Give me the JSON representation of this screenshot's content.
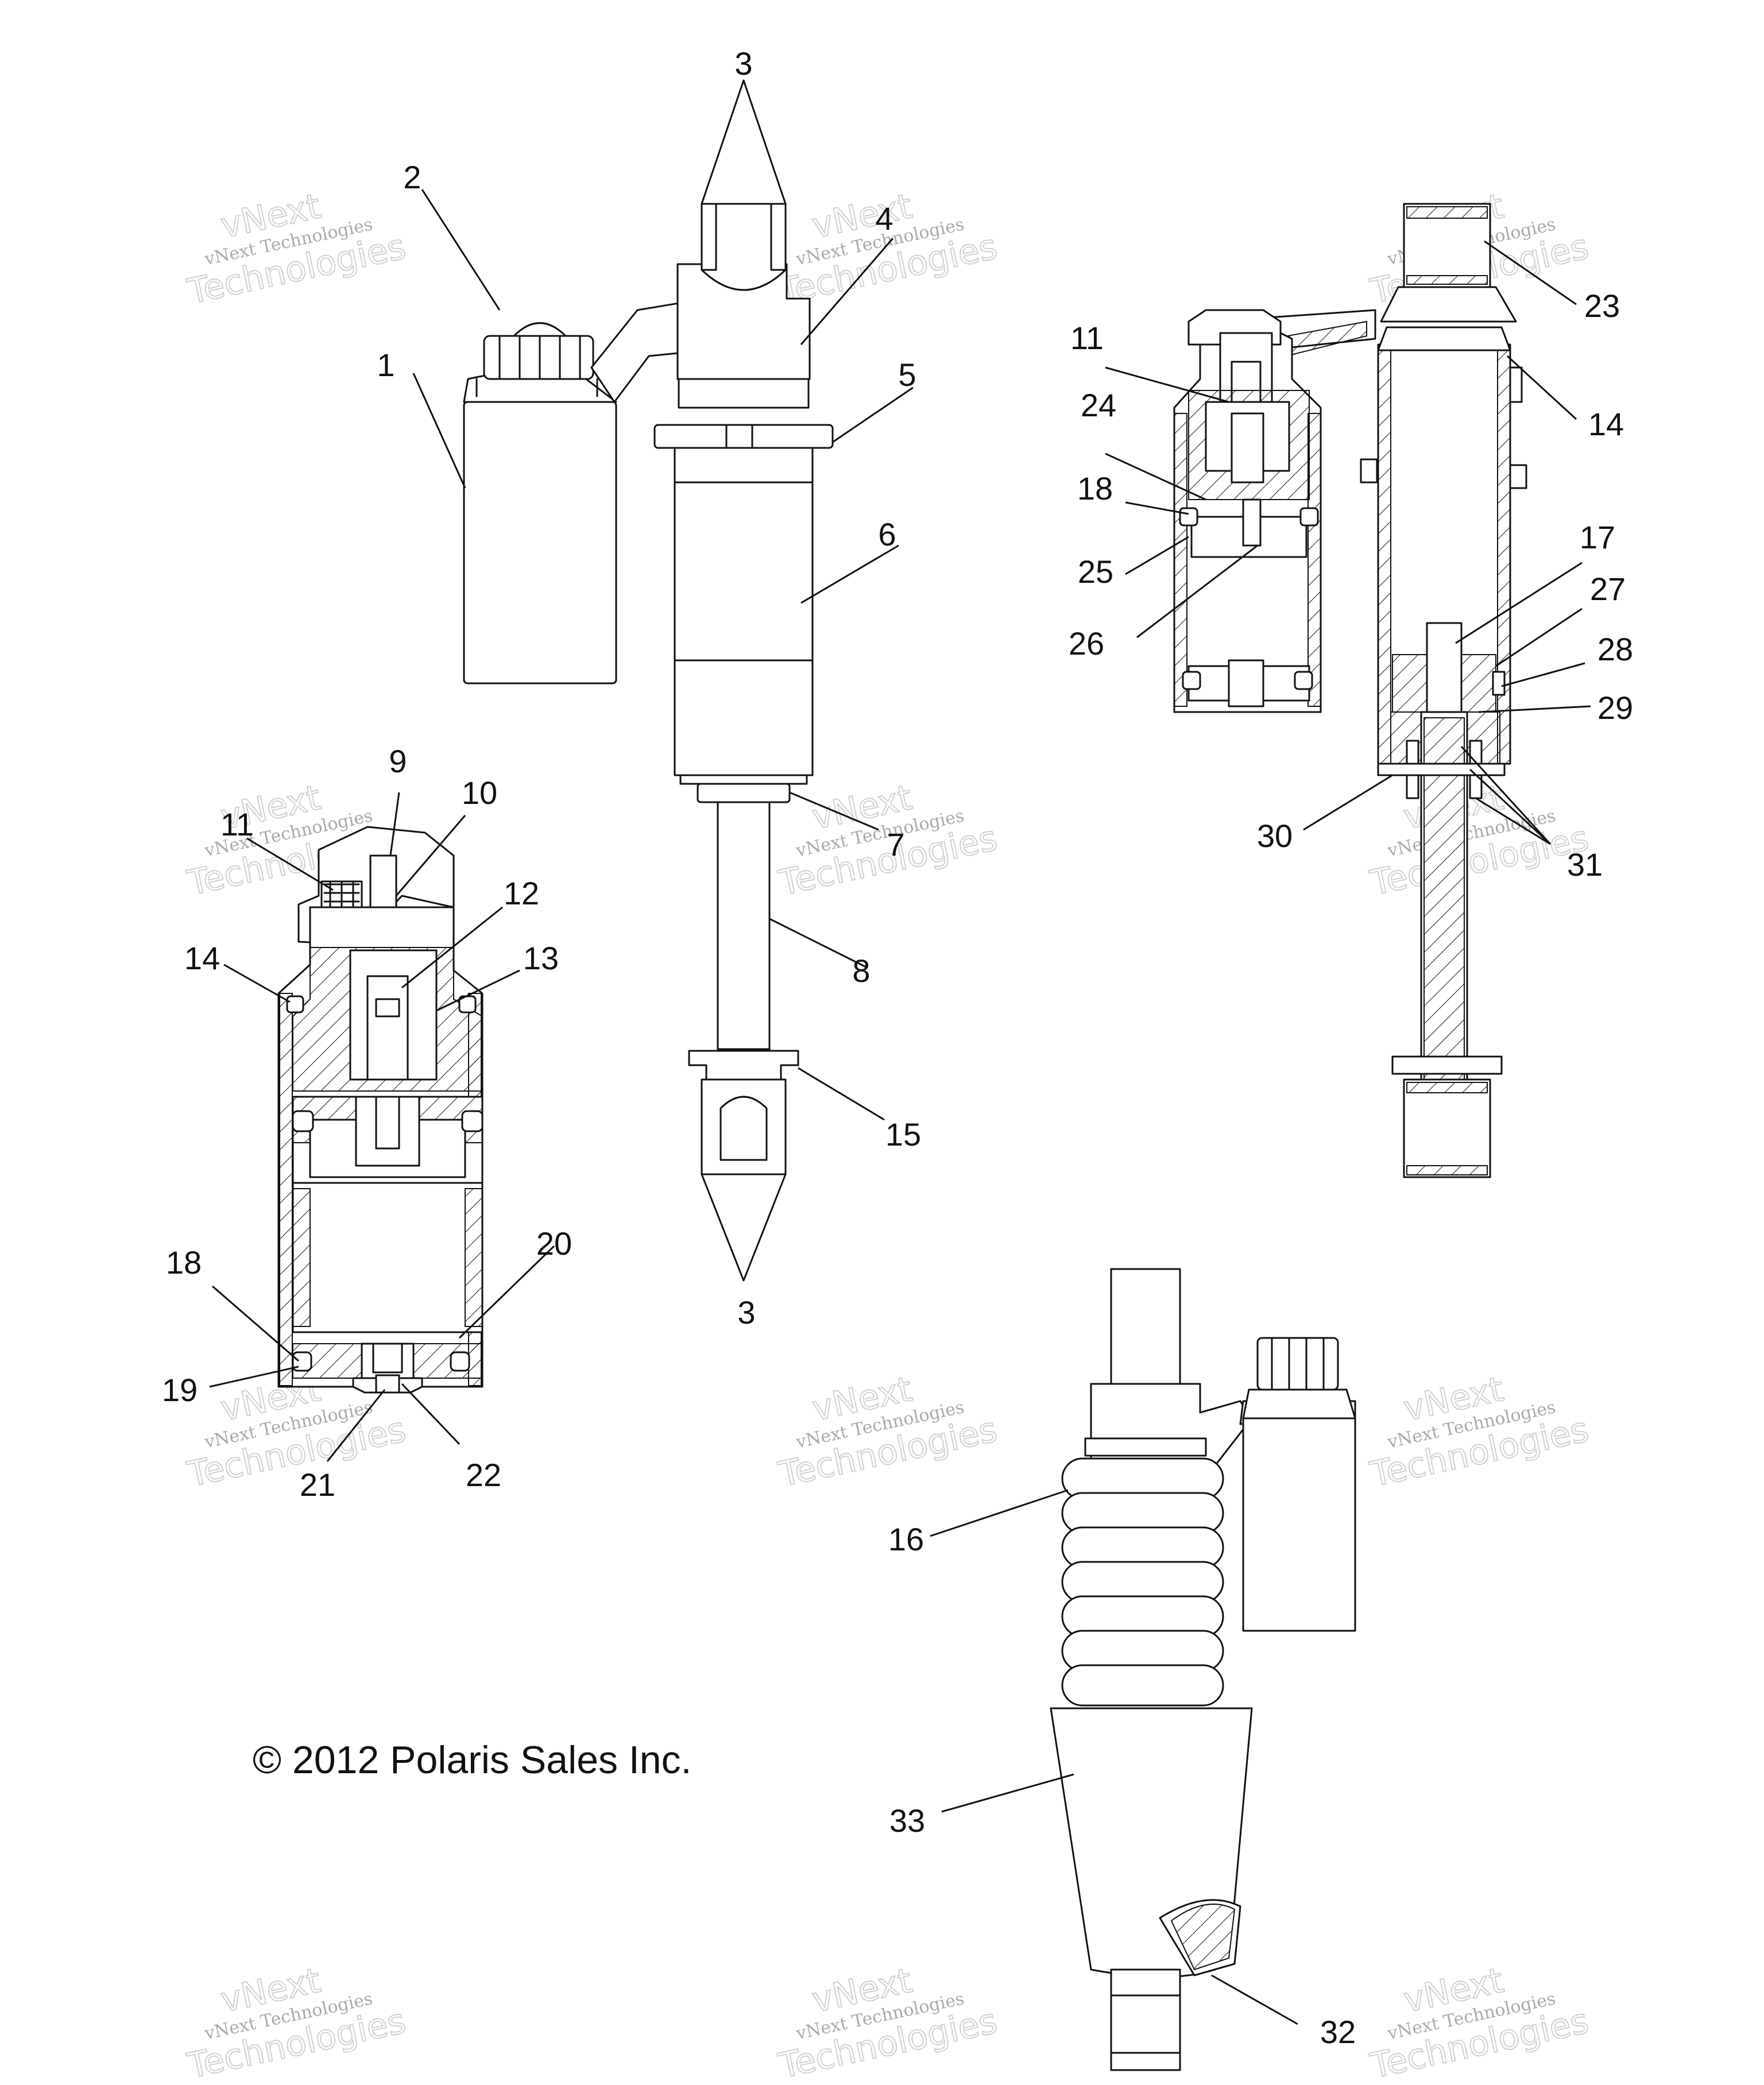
{
  "copyright": "© 2012 Polaris Sales Inc.",
  "watermark": {
    "line_top": "vNext",
    "line_small": "vNext Technologies",
    "line_big": "Technologies"
  },
  "callouts": [
    {
      "id": "c1",
      "text": "1"
    },
    {
      "id": "c2",
      "text": "2"
    },
    {
      "id": "c3a",
      "text": "3"
    },
    {
      "id": "c3b",
      "text": "3"
    },
    {
      "id": "c4",
      "text": "4"
    },
    {
      "id": "c5",
      "text": "5"
    },
    {
      "id": "c6",
      "text": "6"
    },
    {
      "id": "c7",
      "text": "7"
    },
    {
      "id": "c8",
      "text": "8"
    },
    {
      "id": "c9",
      "text": "9"
    },
    {
      "id": "c10",
      "text": "10"
    },
    {
      "id": "c11a",
      "text": "11"
    },
    {
      "id": "c11b",
      "text": "11"
    },
    {
      "id": "c12",
      "text": "12"
    },
    {
      "id": "c13",
      "text": "13"
    },
    {
      "id": "c14a",
      "text": "14"
    },
    {
      "id": "c14b",
      "text": "14"
    },
    {
      "id": "c15",
      "text": "15"
    },
    {
      "id": "c16",
      "text": "16"
    },
    {
      "id": "c17",
      "text": "17"
    },
    {
      "id": "c18a",
      "text": "18"
    },
    {
      "id": "c18b",
      "text": "18"
    },
    {
      "id": "c19",
      "text": "19"
    },
    {
      "id": "c20",
      "text": "20"
    },
    {
      "id": "c21",
      "text": "21"
    },
    {
      "id": "c22",
      "text": "22"
    },
    {
      "id": "c23",
      "text": "23"
    },
    {
      "id": "c24",
      "text": "24"
    },
    {
      "id": "c25",
      "text": "25"
    },
    {
      "id": "c26",
      "text": "26"
    },
    {
      "id": "c27",
      "text": "27"
    },
    {
      "id": "c28",
      "text": "28"
    },
    {
      "id": "c29",
      "text": "29"
    },
    {
      "id": "c30",
      "text": "30"
    },
    {
      "id": "c31",
      "text": "31"
    },
    {
      "id": "c32",
      "text": "32"
    },
    {
      "id": "c33",
      "text": "33"
    }
  ]
}
